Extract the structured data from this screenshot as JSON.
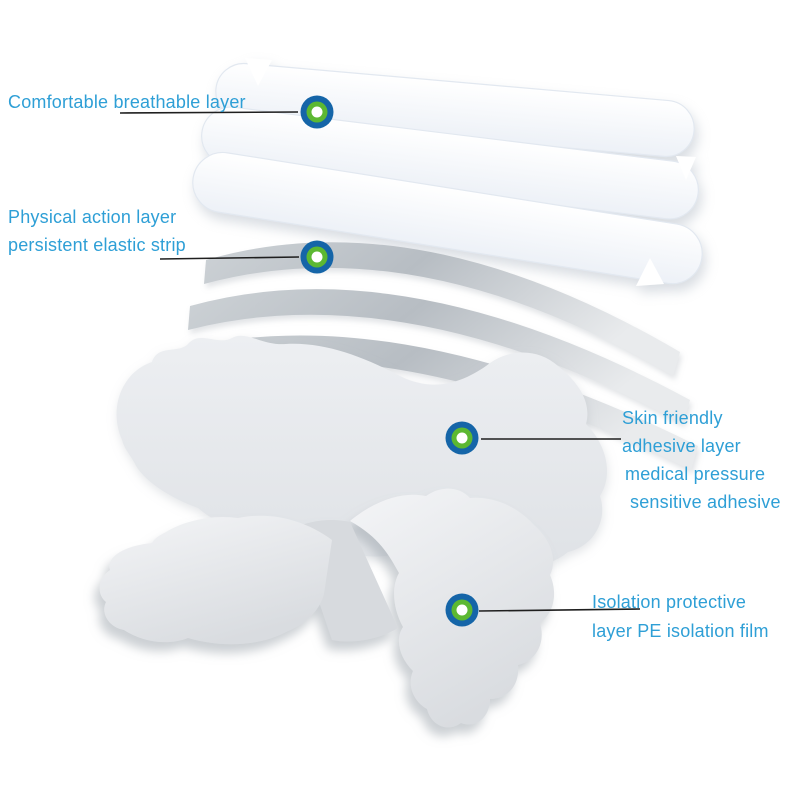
{
  "figure": {
    "annotations": [
      {
        "id": "breathable",
        "lines": [
          "Comfortable breathable layer"
        ]
      },
      {
        "id": "elastic",
        "lines": [
          "Physical action layer",
          "persistent elastic strip"
        ]
      },
      {
        "id": "adhesive",
        "lines": [
          "Skin friendly",
          "adhesive layer",
          "medical pressure",
          "sensitive adhesive"
        ]
      },
      {
        "id": "isolation",
        "lines": [
          "Isolation protective",
          "layer PE isolation film"
        ]
      }
    ],
    "colors": {
      "label_text": "#2E9FD6",
      "marker_outer_ring": "#1565A8",
      "marker_inner_ring": "#5CB832",
      "marker_center": "#FFFFFF",
      "leader_line": "#1F1F1F",
      "background": "#FFFFFF"
    }
  }
}
